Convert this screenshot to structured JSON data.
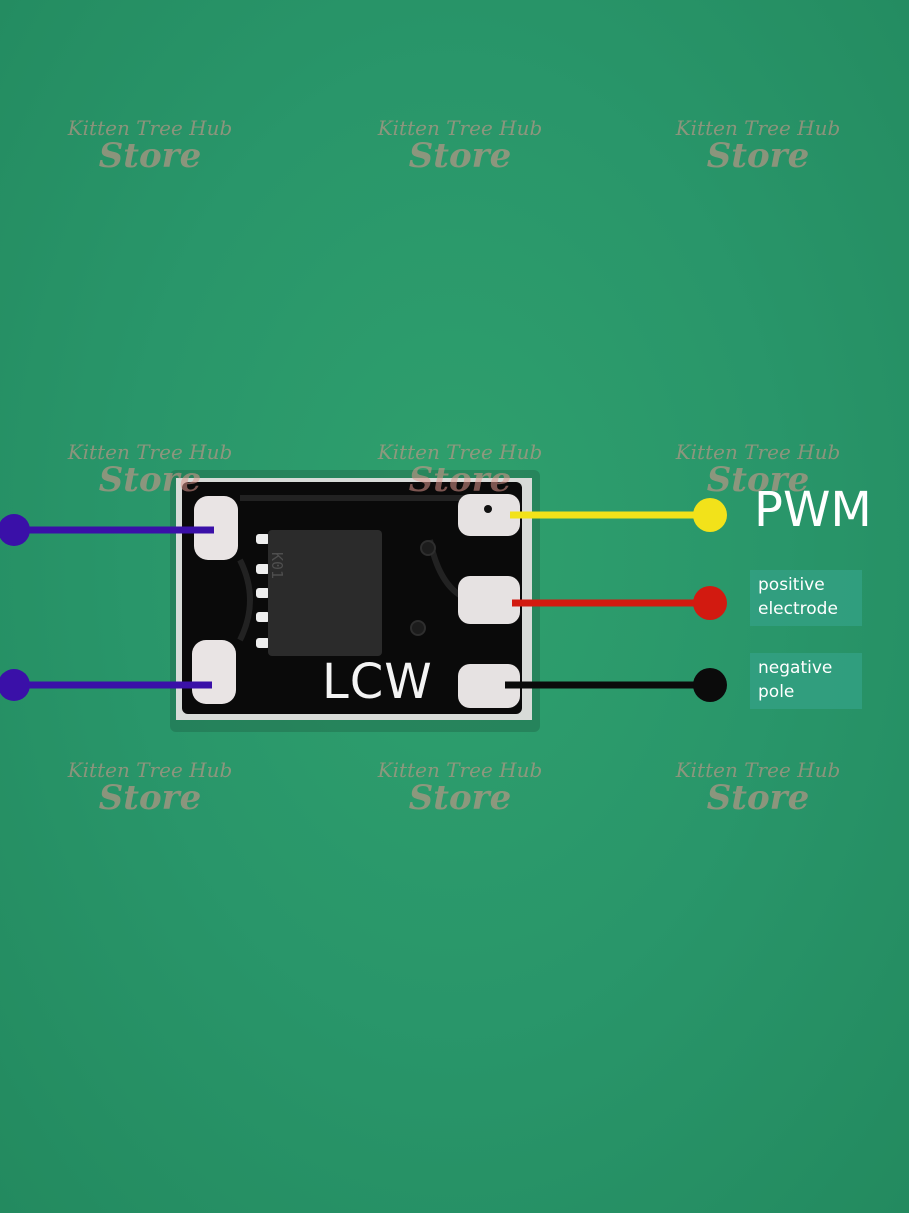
{
  "watermark": {
    "line1": "Kitten Tree Hub",
    "line2": "Store"
  },
  "labels": {
    "pwm": "PWM",
    "positive_line1": "positive",
    "positive_line2": "electrode",
    "negative_line1": "negative",
    "negative_line2": "pole"
  },
  "board": {
    "silkscreen": "LCW",
    "chip_marking": "K01"
  },
  "wire_colors": {
    "input": "#3a10a8",
    "pwm": "#f2e21a",
    "positive": "#d21a10",
    "negative": "#0b0b0b"
  }
}
